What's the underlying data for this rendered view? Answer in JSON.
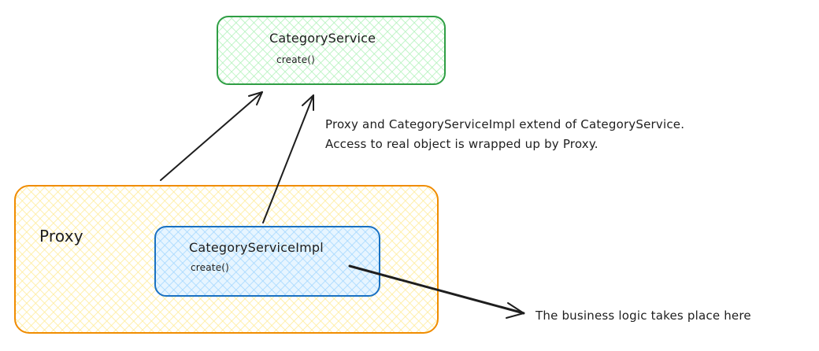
{
  "nodes": {
    "category_service": {
      "name": "CategoryService",
      "method": "create()",
      "stroke": "#2f9e44",
      "fill": "#b2f2bb"
    },
    "proxy": {
      "name": "Proxy",
      "stroke": "#f08c00",
      "fill": "#ffec99"
    },
    "category_service_impl": {
      "name": "CategoryServiceImpl",
      "method": "create()",
      "stroke": "#1971c2",
      "fill": "#a5d8ff"
    }
  },
  "notes": {
    "extend_line1": "Proxy and CategoryServiceImpl extend of CategoryService.",
    "extend_line2": "Access to real object is wrapped up by Proxy.",
    "business_logic": "The business logic takes place here"
  },
  "colors": {
    "ink": "#1e1e1e"
  }
}
